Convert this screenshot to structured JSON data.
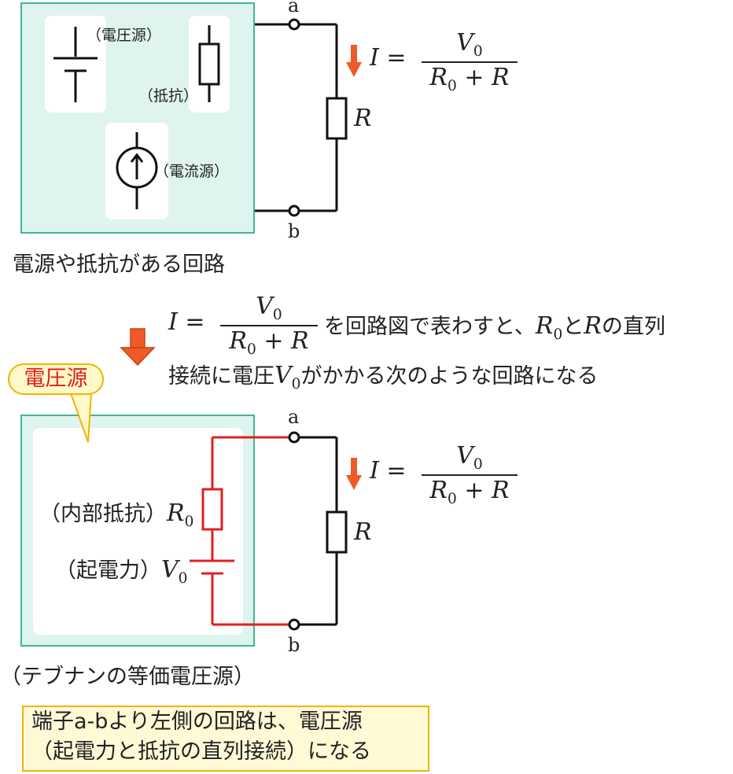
{
  "top": {
    "label_voltage_source": "（電圧源）",
    "label_resistor": "（抵抗）",
    "label_current_source": "（電流源）",
    "caption": "電源や抵抗がある回路",
    "terminal_a": "a",
    "terminal_b": "b",
    "load": "R",
    "eq_lhs": "I =",
    "eq_num": "V0",
    "eq_den": "R0 + R"
  },
  "middle": {
    "eq_lhs": "I =",
    "eq_num": "V0",
    "eq_den": "R0 + R",
    "text1_a": "を回路図で表わすと、",
    "text1_r0": "R0",
    "text1_b": "と",
    "text1_r": "R",
    "text1_c": "の直列",
    "text2_a": "接続に電圧",
    "text2_v0": "V0",
    "text2_b": "がかかる次のような回路になる"
  },
  "bottom": {
    "bubble": "電圧源",
    "label_internal_resistance": "（内部抵抗）",
    "label_r0": "R0",
    "label_emf": "（起電力）",
    "label_v0": "V0",
    "caption": "（テブナンの等価電圧源）",
    "terminal_a": "a",
    "terminal_b": "b",
    "load": "R",
    "eq_lhs": "I =",
    "eq_num": "V0",
    "eq_den": "R0 + R"
  },
  "note": {
    "line1": "端子a-bより左側の回路は、電圧源",
    "line2": "（起電力と抵抗の直列接続）になる"
  },
  "colors": {
    "panel_fill": "#dff4ee",
    "panel_border": "#3fb59a",
    "arrow": "#f05a28",
    "red_wire": "#e02020",
    "note_fill": "#fff9d6",
    "note_border": "#f0b400"
  }
}
